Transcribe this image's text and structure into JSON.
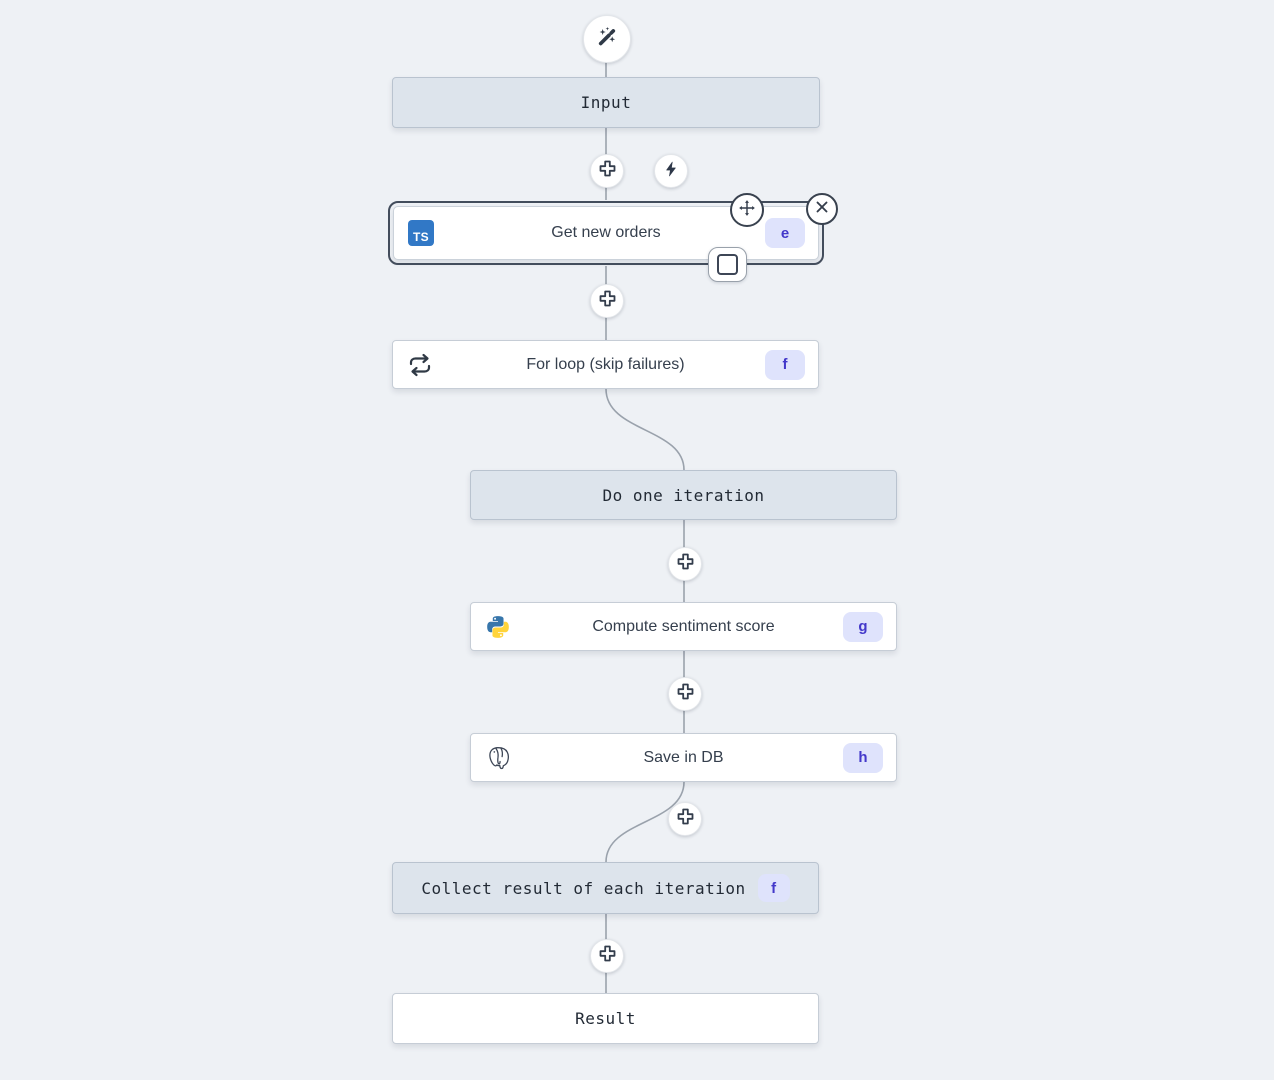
{
  "nodes": {
    "input": {
      "label": "Input"
    },
    "get_new_orders": {
      "label": "Get new orders",
      "badge": "e",
      "language_icon": "typescript-icon",
      "selected": true
    },
    "for_loop": {
      "label": "For loop (skip failures)",
      "badge": "f",
      "icon": "loop-icon"
    },
    "do_one_iteration": {
      "label": "Do one iteration"
    },
    "compute_sentiment_score": {
      "label": "Compute sentiment score",
      "badge": "g",
      "language_icon": "python-icon"
    },
    "save_in_db": {
      "label": "Save in DB",
      "badge": "h",
      "language_icon": "postgresql-icon"
    },
    "collect_result": {
      "label": "Collect result of each iteration",
      "badge": "f"
    },
    "result": {
      "label": "Result"
    }
  },
  "icons": {
    "trigger": "magic-wand-icon",
    "add_step": "plus-icon",
    "add_trigger": "bolt-icon",
    "move": "move-icon",
    "remove": "close-icon",
    "early_stop": "stop-square-icon",
    "ts_logo_text": "TS"
  },
  "colors": {
    "background": "#eef1f5",
    "virtual_node_fill": "#dde4ec",
    "node_border": "#c6cdd6",
    "selected_outline": "#434d5c",
    "badge_background": "#dfe3fc",
    "badge_text": "#4338ca",
    "typescript_blue": "#3178c6",
    "python_blue": "#3776ab",
    "python_yellow": "#ffd43b",
    "icon_dark": "#2f3947",
    "wire_gray": "#9aa2ac"
  }
}
